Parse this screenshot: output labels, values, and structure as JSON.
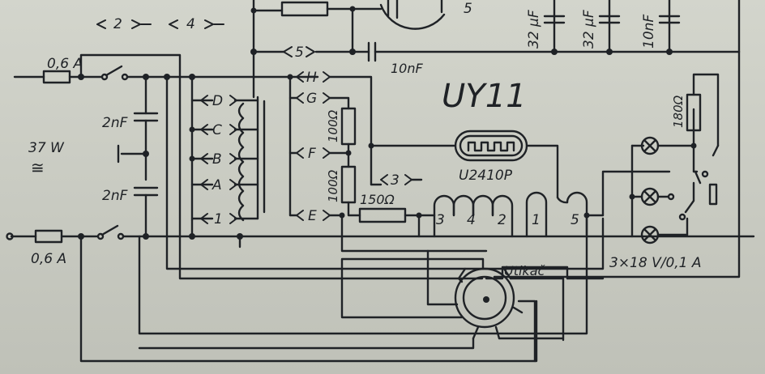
{
  "title": "UY11",
  "fuses": {
    "top": "0,6 A",
    "bottom": "0,6 A"
  },
  "power": {
    "watts": "37 W",
    "symbol": "≅"
  },
  "caps": {
    "c1": "2nF",
    "c2": "2nF",
    "c10": "10nF",
    "top1": "32 µF",
    "top2": "32 µF",
    "top3": "10nF"
  },
  "connectors": {
    "n2": "2",
    "n4": "4",
    "n5": "5",
    "D": "D",
    "C": "C",
    "B": "B",
    "A": "A",
    "one": "1",
    "H": "H",
    "G": "G",
    "F": "F",
    "E": "E",
    "three": "3"
  },
  "resistors": {
    "r100a": "100Ω",
    "r100b": "100Ω",
    "r150": "150Ω",
    "r180": "180Ω"
  },
  "tube": {
    "label": "U2410P",
    "top_pin": "5"
  },
  "pins": {
    "p3": "3",
    "p4": "4",
    "p2": "2",
    "p1": "1",
    "p5": "5"
  },
  "lamps": "3×18 V/0,1 A",
  "switch_label": "Utikač"
}
